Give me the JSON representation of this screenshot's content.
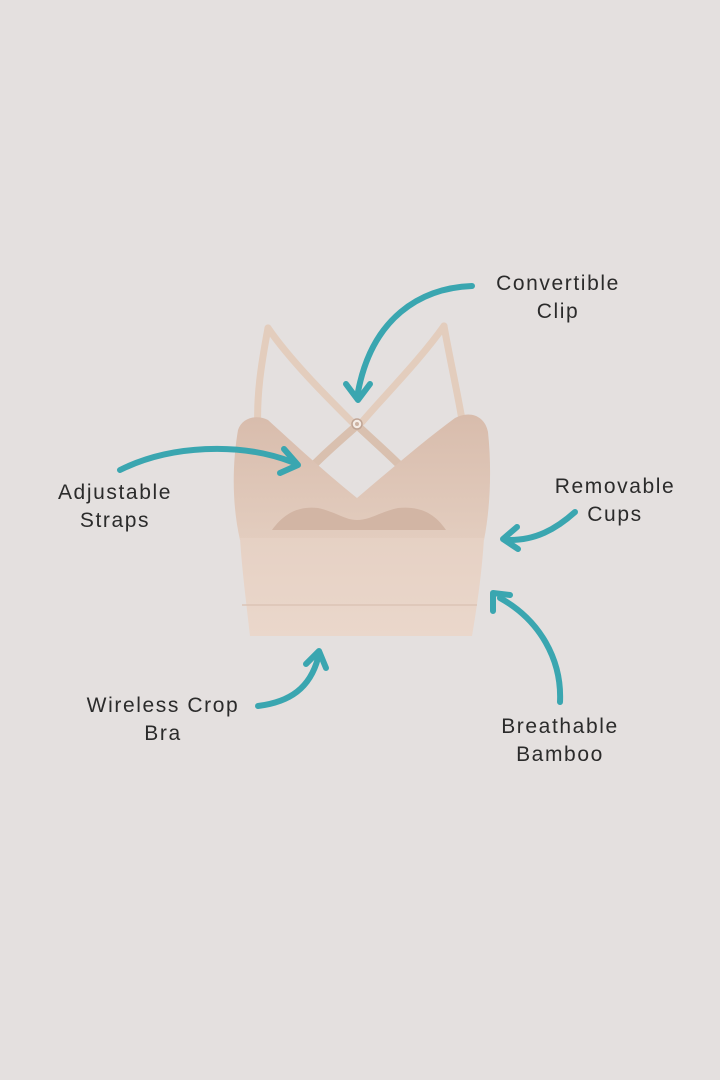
{
  "background_color": "#e4e0df",
  "accent_color": "#3aa6b0",
  "garment_color": "#dcc2b3",
  "image": {
    "subject": "bra-back-view"
  },
  "callouts": {
    "convertible_clip": {
      "line1": "Convertible",
      "line2": "Clip"
    },
    "adjustable_straps": {
      "line1": "Adjustable",
      "line2": "Straps"
    },
    "removable_cups": {
      "line1": "Removable",
      "line2": "Cups"
    },
    "wireless_crop_bra": {
      "line1": "Wireless Crop",
      "line2": "Bra"
    },
    "breathable_bamboo": {
      "line1": "Breathable",
      "line2": "Bamboo"
    }
  }
}
